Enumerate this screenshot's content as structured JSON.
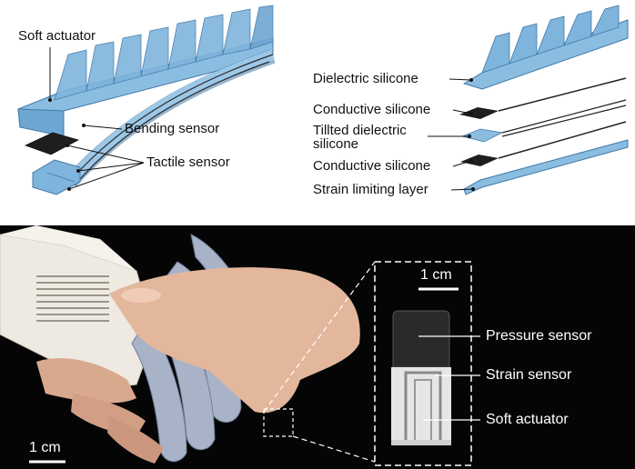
{
  "top_left": {
    "labels": {
      "soft_actuator": "Soft actuator",
      "bending_sensor": "Bending sensor",
      "tactile_sensor": "Tactile sensor"
    }
  },
  "top_right": {
    "layers": [
      {
        "label": "Dielectric silicone"
      },
      {
        "label": "Conductive silicone"
      },
      {
        "label_line1": "Tillted dielectric",
        "label_line2": "silicone"
      },
      {
        "label": "Conductive silicone"
      },
      {
        "label": "Strain limiting layer"
      }
    ]
  },
  "bottom": {
    "scale_bar": "1 cm",
    "inset": {
      "scale_bar": "1 cm",
      "labels": {
        "pressure_sensor": "Pressure sensor",
        "strain_sensor": "Strain sensor",
        "soft_actuator": "Soft actuator"
      }
    }
  },
  "colors": {
    "actuator_blue": "#6ea6d2",
    "actuator_dark": "#3f78a8",
    "sensor_black": "#1e1e1e",
    "background_black": "#050505"
  }
}
